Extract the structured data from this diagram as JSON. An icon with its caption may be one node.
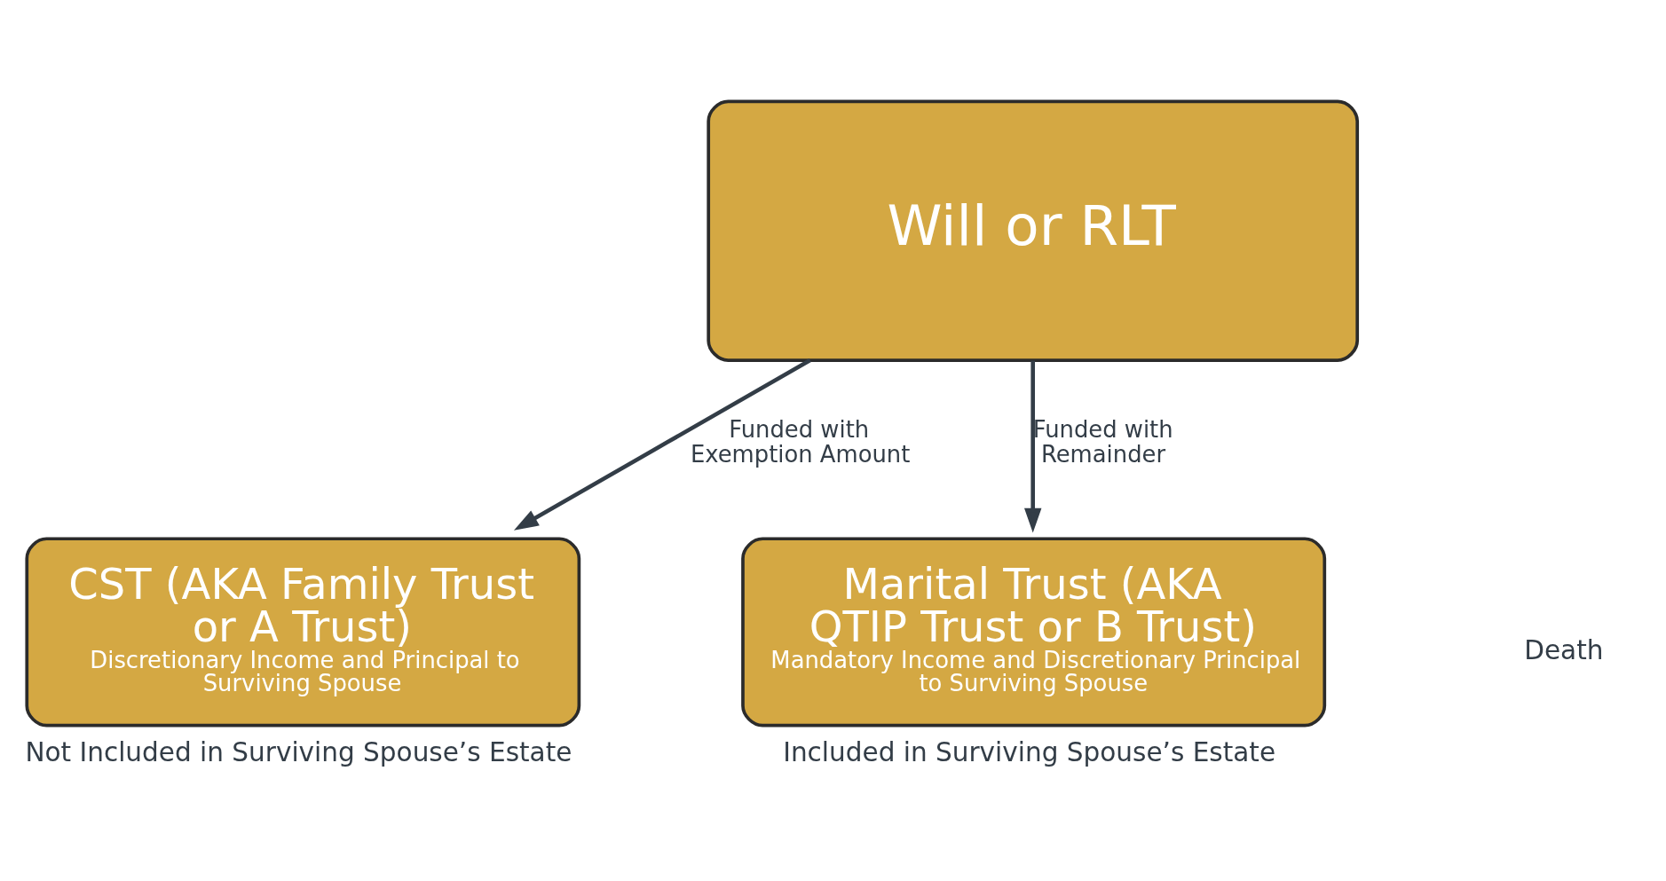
{
  "diagram": {
    "nodes": [
      {
        "text": [
          "Will or RLT"
        ]
      },
      {
        "text": [
          "CST (AKA Family Trust or A Trust)",
          "Discretionary Income and Principal to Surviving Spouse"
        ],
        "beside": [
          "Not Included in Surviving Spouse’s Estate"
        ]
      },
      {
        "text": [
          "Marital Trust (AKA QTIP Trust or B Trust)",
          "Mandatory Income and Discretionary Principal to Surviving Spouse"
        ],
        "beside": [
          "Included in Surviving Spouse’s Estate"
        ]
      }
    ],
    "edges": [
      {
        "from": 0,
        "to": 1,
        "arrow": "to",
        "label": "Funded with Exemption Amount"
      },
      {
        "from": 0,
        "to": 2,
        "arrow": "to",
        "label": "Funded with Remainder"
      }
    ],
    "labels": [
      "Death"
    ]
  }
}
